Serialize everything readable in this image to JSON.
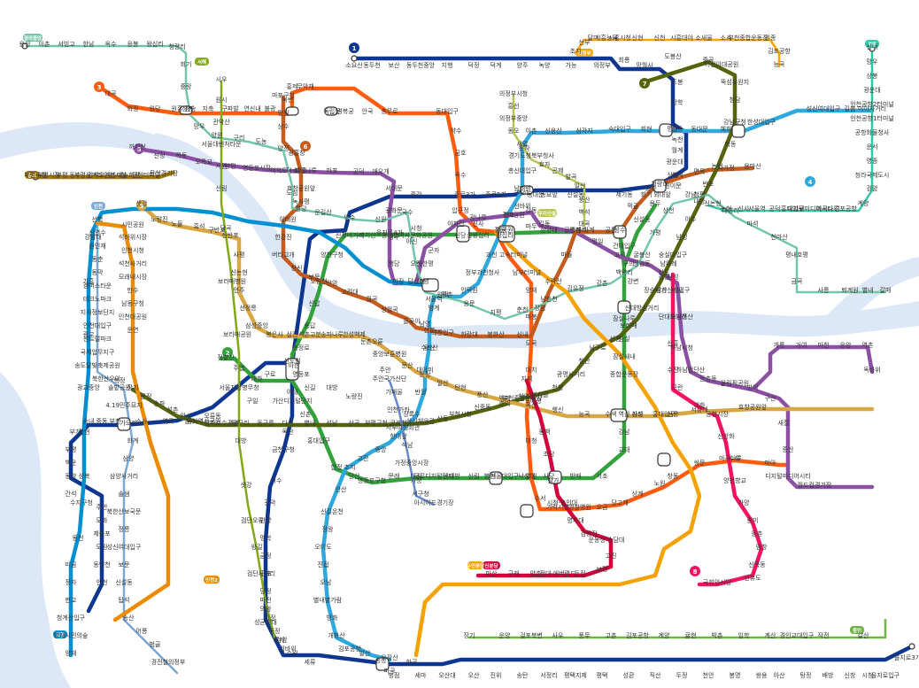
{
  "map": {
    "lines": {
      "l1": {
        "color": "#0d3692"
      },
      "l2": {
        "color": "#33a23d"
      },
      "l3": {
        "color": "#fe5d10"
      },
      "l4": {
        "color": "#2ea8de"
      },
      "l5": {
        "color": "#8b50a4"
      },
      "l6": {
        "color": "#c55c1d"
      },
      "l7": {
        "color": "#54640d"
      },
      "l8": {
        "color": "#f51361"
      },
      "l9": {
        "color": "#d8a642"
      },
      "gyeongui": {
        "color": "#72c7a6"
      },
      "suin": {
        "color": "#f5a200"
      },
      "airport": {
        "color": "#0090d2"
      },
      "gyeongchun": {
        "color": "#32c6a6"
      },
      "ui": {
        "color": "#b7c452"
      },
      "shinbundang": {
        "color": "#d4003b"
      },
      "ever": {
        "color": "#6fb245"
      },
      "gimpo": {
        "color": "#a17800"
      },
      "incheon1": {
        "color": "#7ca8d5"
      },
      "uijeongbu": {
        "color": "#fda600"
      },
      "seohae": {
        "color": "#81a914"
      },
      "sillim": {
        "color": "#6789ca"
      },
      "incheon2": {
        "color": "#ed8b00"
      },
      "gtx": {
        "color": "#9a6292"
      }
    },
    "badges": [
      {
        "text": "1"
      },
      {
        "text": "2"
      },
      {
        "text": "3"
      },
      {
        "text": "4"
      },
      {
        "text": "5"
      },
      {
        "text": "6"
      },
      {
        "text": "7"
      },
      {
        "text": "8"
      },
      {
        "text": "9"
      }
    ],
    "pills": [
      {
        "text": "경의중앙"
      },
      {
        "text": "김포"
      },
      {
        "text": "인천"
      },
      {
        "text": "경춘"
      },
      {
        "text": "우이신설"
      },
      {
        "text": "의정부"
      },
      {
        "text": "서해"
      },
      {
        "text": "공항"
      },
      {
        "text": "신분당"
      },
      {
        "text": "용인"
      },
      {
        "text": "수인분당"
      },
      {
        "text": "인천2"
      }
    ],
    "stations": [
      "소요산",
      "동두천",
      "보산",
      "동두천중앙",
      "지행",
      "덕정",
      "덕계",
      "양주",
      "녹양",
      "가능",
      "의정부",
      "회룡",
      "망월사",
      "도봉산",
      "도봉",
      "방학",
      "창동",
      "녹천",
      "월계",
      "광운대",
      "석계",
      "신이문",
      "외대앞",
      "회기",
      "청량리",
      "제기동",
      "신설동",
      "동묘앞",
      "동대문",
      "종로5가",
      "종로3가",
      "종각",
      "시청",
      "서울역",
      "남영",
      "용산",
      "노량진",
      "대방",
      "신길",
      "영등포",
      "신도림",
      "구로",
      "구일",
      "개봉",
      "오류동",
      "온수",
      "역곡",
      "소사",
      "부천",
      "중동",
      "송내",
      "부개",
      "부평",
      "백운",
      "동암",
      "간석",
      "주안",
      "도화",
      "제물포",
      "도원",
      "동인천",
      "인천",
      "가산디지털단지",
      "독산",
      "금천구청",
      "석수",
      "관악",
      "안양",
      "명학",
      "금정",
      "군포",
      "당정",
      "의왕",
      "성균관대",
      "화서",
      "수원",
      "세류",
      "병점",
      "세마",
      "오산대",
      "오산",
      "진위",
      "송탄",
      "서정리",
      "평택지제",
      "평택",
      "성환",
      "직산",
      "두정",
      "천안",
      "봉명",
      "쌍용",
      "아산",
      "탕정",
      "배방",
      "신창",
      "시청",
      "을지로입구",
      "을지로3가",
      "을지로4가",
      "동대문역사문화공원",
      "신당",
      "상왕십리",
      "왕십리",
      "한양대",
      "뚝섬",
      "성수",
      "건대입구",
      "구의",
      "강변",
      "잠실나루",
      "잠실",
      "잠실새내",
      "종합운동장",
      "삼성",
      "선릉",
      "역삼",
      "강남",
      "교대",
      "서초",
      "방배",
      "사당",
      "낙성대",
      "서울대입구",
      "봉천",
      "신림",
      "신대방",
      "구로디지털단지",
      "대림",
      "문래",
      "영등포구청",
      "당산",
      "합정",
      "홍대입구",
      "신촌",
      "이대",
      "아현",
      "충정로",
      "용답",
      "신답",
      "도림천",
      "양천구청",
      "신정네거리",
      "까치산",
      "용두",
      "신설동",
      "대화",
      "주엽",
      "정발산",
      "마두",
      "백석",
      "대곡",
      "화정",
      "원당",
      "원흥",
      "삼송",
      "지축",
      "구파발",
      "연신내",
      "불광",
      "녹번",
      "홍제",
      "무악재",
      "독립문",
      "경복궁",
      "안국",
      "충무로",
      "동대입구",
      "약수",
      "금호",
      "옥수",
      "압구정",
      "신사",
      "잠원",
      "고속터미널",
      "남부터미널",
      "양재",
      "매봉",
      "도곡",
      "대치",
      "학여울",
      "대청",
      "일원",
      "수서",
      "가락시장",
      "경찰병원",
      "오금",
      "당고개",
      "상계",
      "노원",
      "창동",
      "쌍문",
      "수유",
      "미아",
      "미아사거리",
      "길음",
      "성신여대입구",
      "한성대입구",
      "혜화",
      "동대문",
      "명동",
      "회현",
      "숙대입구",
      "삼각지",
      "신용산",
      "이촌",
      "동작",
      "총신대입구",
      "남태령",
      "선바위",
      "경마공원",
      "대공원",
      "과천",
      "정부과천청사",
      "인덕원",
      "평촌",
      "범계",
      "산본",
      "수리산",
      "대야미",
      "반월",
      "상록수",
      "한대앞",
      "중앙",
      "고잔",
      "초지",
      "안산",
      "신길온천",
      "정왕",
      "오이도",
      "진접",
      "오남",
      "별내별가람",
      "방화",
      "개화산",
      "김포공항",
      "송정",
      "마곡",
      "발산",
      "우장산",
      "화곡",
      "까치산",
      "신정",
      "목동",
      "오목교",
      "양평",
      "영등포시장",
      "여의도",
      "여의나루",
      "마포",
      "공덕",
      "애오개",
      "서대문",
      "광화문",
      "청구",
      "행당",
      "마장",
      "답십리",
      "장한평",
      "군자",
      "아차산",
      "광나루",
      "천호",
      "강동",
      "길동",
      "굽은다리",
      "명일",
      "고덕",
      "상일동",
      "강일",
      "미사",
      "하남풍산",
      "하남시청",
      "하남검단산",
      "둔촌동",
      "올림픽공원",
      "방이",
      "개롱",
      "거여",
      "마천",
      "응암",
      "역촌",
      "독바위",
      "구산",
      "새절",
      "증산",
      "디지털미디어시티",
      "월드컵경기장",
      "마포구청",
      "망원",
      "상수",
      "광흥창",
      "대흥",
      "효창공원앞",
      "녹사평",
      "이태원",
      "한강진",
      "버티고개",
      "창신",
      "보문",
      "안암",
      "고려대",
      "월곡",
      "상월곡",
      "돌곶이",
      "태릉입구",
      "화랑대",
      "봉화산",
      "신내",
      "장암",
      "수락산",
      "마들",
      "중계",
      "하계",
      "공릉",
      "먹골",
      "중화",
      "상봉",
      "면목",
      "사가정",
      "용마산",
      "중곡",
      "어린이대공원",
      "뚝섬유원지",
      "청담",
      "강남구청",
      "학동",
      "논현",
      "반포",
      "내방",
      "이수",
      "남성",
      "숭실대입구",
      "상도",
      "장승배기",
      "신대방삼거리",
      "보라매",
      "신풍",
      "남구로",
      "철산",
      "광명사거리",
      "천왕",
      "까치울",
      "부천종합운동장",
      "춘의",
      "신중동",
      "부천시청",
      "상동",
      "삼산체육관",
      "굴포천",
      "부평구청",
      "산곡",
      "석남",
      "별내",
      "다산",
      "동구릉",
      "구리",
      "장자호수공원",
      "암사역사공원",
      "암사",
      "석촌",
      "송파",
      "문정",
      "장지",
      "복정",
      "남위례",
      "산성",
      "남한산성입구",
      "단대오거리",
      "신흥",
      "수진",
      "모란",
      "개화",
      "공항시장",
      "신방화",
      "마곡나루",
      "양천향교",
      "가양",
      "증미",
      "등촌",
      "염창",
      "신목동",
      "선유도",
      "국회의사당",
      "샛강",
      "노량진",
      "노들",
      "흑석",
      "구반포",
      "신반포",
      "사평",
      "신논현",
      "언주",
      "선정릉",
      "삼성중앙",
      "봉은사",
      "삼전",
      "석촌고분",
      "송파나루",
      "한성백제",
      "둔촌오륜",
      "중앙보훈병원",
      "문산",
      "운정",
      "일산",
      "탄현",
      "풍산",
      "백마",
      "곡산",
      "행신",
      "능곡",
      "수색",
      "가좌",
      "홍대입구",
      "서강대",
      "효창공원앞",
      "용산",
      "이촌",
      "서빙고",
      "한남",
      "옥수",
      "응봉",
      "왕십리",
      "청량리",
      "회기",
      "중랑",
      "상봉",
      "망우",
      "양원",
      "구리",
      "도농",
      "양정",
      "덕소",
      "도심",
      "팔당",
      "운길산",
      "양수",
      "신원",
      "국수",
      "아신",
      "오빈",
      "양평",
      "원덕",
      "용문",
      "지평",
      "춘천",
      "남춘천",
      "김유정",
      "강촌",
      "백양리",
      "굴봉산",
      "가평",
      "상천",
      "청평",
      "대성리",
      "마석",
      "천마산",
      "평내호평",
      "금곡",
      "사릉",
      "퇴계원",
      "별내",
      "갈매",
      "신내",
      "망우",
      "상봉",
      "광운대",
      "인천공항2터미널",
      "인천공항1터미널",
      "공항화물청사",
      "운서",
      "영종",
      "청라국제도시",
      "검암",
      "계양",
      "김포공항",
      "마곡나루",
      "디지털미디어시티",
      "홍대입구",
      "공덕",
      "서울역",
      "신사",
      "논현",
      "신논현",
      "강남",
      "양재",
      "양재시민의숲",
      "청계산입구",
      "판교",
      "정자",
      "미금",
      "동천",
      "수지구청",
      "성복",
      "상현",
      "광교중앙",
      "광교",
      "기흥",
      "강남대",
      "지석",
      "어정",
      "동백",
      "초당",
      "삼가",
      "시청·용인대",
      "명지대",
      "김량장",
      "운동장·송담대",
      "고진",
      "보평",
      "둔전",
      "전대·에버랜드",
      "양촌",
      "구래",
      "마산",
      "장기",
      "운양",
      "걸포북변",
      "사우",
      "풍무",
      "고촌",
      "김포공항",
      "계양",
      "귤현",
      "박촌",
      "임학",
      "계산",
      "경인교대입구",
      "작전",
      "갈산",
      "부평구청",
      "부평시장",
      "부평",
      "동수",
      "부평삼거리",
      "간석오거리",
      "인천시청",
      "예술회관",
      "인천터미널",
      "문학경기장",
      "선학",
      "신연수",
      "원인재",
      "동춘",
      "동막",
      "캠퍼스타운",
      "테크노파크",
      "지식정보단지",
      "인천대입구",
      "센트럴파크",
      "국제업무지구",
      "송도달빛축제공원",
      "북한산우이",
      "솔밭공원",
      "4.19민주묘지",
      "가오리",
      "화계",
      "삼양",
      "삼양사거리",
      "솔샘",
      "북한산보국문",
      "정릉",
      "성신여대입구",
      "보문",
      "신설동",
      "탑석",
      "송산",
      "어룡",
      "범골",
      "경전철의정부",
      "의정부시청",
      "흥선",
      "의정부중앙",
      "동오",
      "새말",
      "경기도청북부청사",
      "효자",
      "곤제",
      "발곡",
      "일산",
      "풍산",
      "백석",
      "대곡",
      "능곡",
      "김포공항",
      "원종",
      "부천종합운동장",
      "소사",
      "소새울",
      "시흥대야",
      "신천",
      "신현",
      "시흥시청",
      "시흥능곡",
      "달미",
      "선부",
      "초지",
      "시우",
      "원시",
      "관악산",
      "서울대벤처타운",
      "서원",
      "신림",
      "당곡",
      "보라매병원",
      "보라매공원",
      "서울지방병무청",
      "대방",
      "샛강",
      "검단오류",
      "왕길",
      "검단사거리",
      "마전",
      "완정",
      "독정",
      "검암",
      "검바위",
      "아시아드경기장",
      "서구청",
      "가정",
      "가정중앙시장",
      "석남",
      "서부여성회관",
      "인천가좌",
      "가재울",
      "주안국가산단",
      "주안",
      "시민공원",
      "석바위시장",
      "인천시청",
      "석천사거리",
      "모래내시장",
      "만수",
      "남동구청",
      "인천대공원",
      "운연"
    ]
  }
}
